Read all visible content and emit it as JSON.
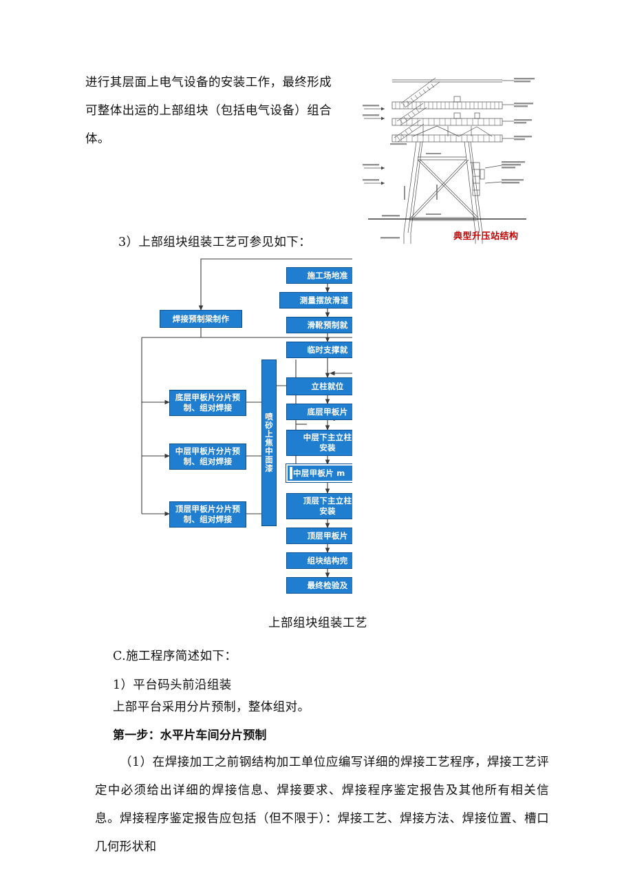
{
  "document": {
    "paragraphs": [
      {
        "id": "p-intro",
        "text": "进行其层面上电气设备的安装工作，最终形成\n可整体出运的上部组块（包括电气设备）组合\n体。"
      },
      {
        "id": "p-item3",
        "text": "3）上部组块组装工艺可参见如下："
      },
      {
        "id": "p-itemC",
        "text": "C.施工程序简述如下："
      },
      {
        "id": "p-item1",
        "text": "1）平台码头前沿组装"
      },
      {
        "id": "p-upper-platform",
        "text": "上部平台采用分片预制，整体组对。"
      },
      {
        "id": "p-step1-head",
        "text": "第一步：水平片车间分片预制"
      },
      {
        "id": "p-clause1",
        "text": "（1）在焊接加工之前钢结构加工单位应编写详细的焊接工艺程序，焊接工艺评定中必须给出详细的焊接信息、焊接要求、焊接程序鉴定报告及其他所有相关信息。焊接程序鉴定报告应包括（但不限于）：焊接工艺、焊接方法、焊接位置、槽口几何形状和"
      }
    ]
  },
  "drawing": {
    "caption": "典型升压站结构",
    "caption_color": "#c00000",
    "alt_name": "offshore-substation-elevation-drawing"
  },
  "flowchart": {
    "caption": "上部组块组装工艺",
    "box_fill": "#1f7ed0",
    "box_border": "#0d4f8b",
    "left_column": [
      {
        "label": "焊接预制梁制作"
      },
      {
        "label": "底层甲板片分片预\n制、组对焊接"
      },
      {
        "label": "中层甲板片分片预\n制、组对焊接"
      },
      {
        "label": "顶层甲板片分片预\n制、组对焊接"
      }
    ],
    "middle_bar": {
      "label": "喷砂上焦中面漆"
    },
    "right_column": [
      {
        "label": "施工场地准",
        "clipped": true
      },
      {
        "label": "测量摆放滑道",
        "clipped": true
      },
      {
        "label": "滑靴预制就",
        "clipped": true
      },
      {
        "label": "临时支撑就",
        "clipped": true
      },
      {
        "label": "立柱就位",
        "clipped": true
      },
      {
        "label": "底层甲板片",
        "clipped": true
      },
      {
        "label": "中层下主立柱\n安装",
        "clipped": true
      },
      {
        "label": "中层甲板片 m",
        "selected": true
      },
      {
        "label": "顶层下主立柱\n安装",
        "clipped": true
      },
      {
        "label": "顶层甲板片",
        "clipped": true
      },
      {
        "label": "组块结构完",
        "clipped": true
      },
      {
        "label": "最终检验及",
        "clipped": true
      }
    ]
  }
}
